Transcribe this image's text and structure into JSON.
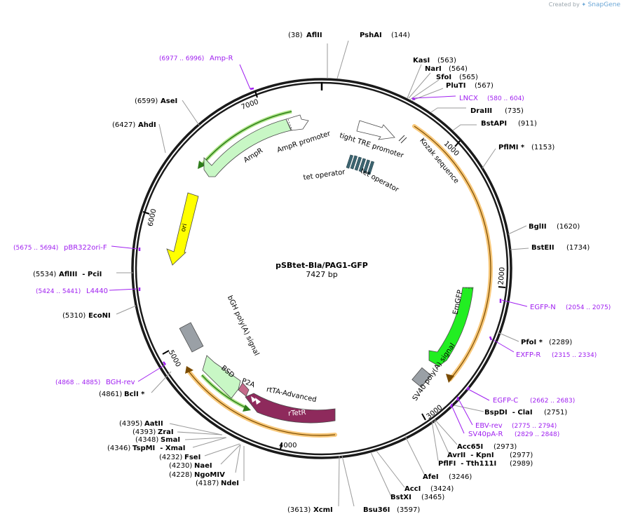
{
  "app": {
    "created_by": "Created by",
    "brand": "SnapGene",
    "logo_icon": "snapgene-logo-icon"
  },
  "plasmid": {
    "name": "pSBtet-Bla/PAG1-GFP",
    "length_label": "7427 bp",
    "length": 7427,
    "ruler_labels": [
      "1000",
      "2000",
      "3000",
      "4000",
      "5000",
      "6000",
      "7000"
    ]
  },
  "enzymes": [
    {
      "id": "afliii-38",
      "name": "AflII",
      "pos": "(38)"
    },
    {
      "id": "pshai",
      "name": "PshAI",
      "pos": "(144)"
    },
    {
      "id": "kasi",
      "name": "KasI",
      "pos": "(563)"
    },
    {
      "id": "nari",
      "name": "NarI",
      "pos": "(564)"
    },
    {
      "id": "sfoi",
      "name": "SfoI",
      "pos": "(565)"
    },
    {
      "id": "pluti",
      "name": "PluTI",
      "pos": "(567)"
    },
    {
      "id": "draiii",
      "name": "DraIII",
      "pos": "(735)"
    },
    {
      "id": "bstapi",
      "name": "BstAPI",
      "pos": "(911)"
    },
    {
      "id": "pflmi",
      "name": "PflMI *",
      "pos": "(1153)"
    },
    {
      "id": "bglii",
      "name": "BglII",
      "pos": "(1620)"
    },
    {
      "id": "bsteii",
      "name": "BstEII",
      "pos": "(1734)"
    },
    {
      "id": "pfoi",
      "name": "PfoI *",
      "pos": "(2289)"
    },
    {
      "id": "bspdi",
      "name": "BspDI  - ClaI",
      "pos": "(2751)"
    },
    {
      "id": "acc65i",
      "name": "Acc65I",
      "pos": "(2973)"
    },
    {
      "id": "avrii",
      "name": "AvrII  - KpnI",
      "pos": "(2977)"
    },
    {
      "id": "pflfi",
      "name": "PflFI  - Tth111I",
      "pos": "(2989)"
    },
    {
      "id": "afei",
      "name": "AfeI",
      "pos": "(3246)"
    },
    {
      "id": "acci",
      "name": "AccI",
      "pos": "(3424)"
    },
    {
      "id": "bstxi",
      "name": "BstXI",
      "pos": "(3465)"
    },
    {
      "id": "bsu36i",
      "name": "Bsu36I",
      "pos": "(3597)"
    },
    {
      "id": "xcmi",
      "name": "XcmI",
      "pos": "(3613)"
    },
    {
      "id": "ndei",
      "name": "NdeI",
      "pos": "(4187)"
    },
    {
      "id": "ngomiv",
      "name": "NgoMIV",
      "pos": "(4228)"
    },
    {
      "id": "naei",
      "name": "NaeI",
      "pos": "(4230)"
    },
    {
      "id": "fsei",
      "name": "FseI",
      "pos": "(4232)"
    },
    {
      "id": "tspmi",
      "name": "TspMI  - XmaI",
      "pos": "(4346)"
    },
    {
      "id": "smai",
      "name": "SmaI",
      "pos": "(4348)"
    },
    {
      "id": "zrai",
      "name": "ZraI",
      "pos": "(4393)"
    },
    {
      "id": "aatii",
      "name": "AatII",
      "pos": "(4395)"
    },
    {
      "id": "bcli",
      "name": "BclI *",
      "pos": "(4861)"
    },
    {
      "id": "econi",
      "name": "EcoNI",
      "pos": "(5310)"
    },
    {
      "id": "afliii-5534",
      "name": "AflIII  - PciI",
      "pos": "(5534)"
    },
    {
      "id": "ahdi",
      "name": "AhdI",
      "pos": "(6427)"
    },
    {
      "id": "asei",
      "name": "AseI",
      "pos": "(6599)"
    }
  ],
  "primers": [
    {
      "id": "amp-r",
      "name": "Amp-R",
      "range": "(6977 .. 6996)"
    },
    {
      "id": "lncx",
      "name": "LNCX",
      "range": "(580 .. 604)"
    },
    {
      "id": "egfp-n",
      "name": "EGFP-N",
      "range": "(2054 .. 2075)"
    },
    {
      "id": "exfp-r",
      "name": "EXFP-R",
      "range": "(2315 .. 2334)"
    },
    {
      "id": "egfp-c",
      "name": "EGFP-C",
      "range": "(2662 .. 2683)"
    },
    {
      "id": "ebv-rev",
      "name": "EBV-rev",
      "range": "(2775 .. 2794)"
    },
    {
      "id": "sv40pa-r",
      "name": "SV40pA-R",
      "range": "(2829 .. 2848)"
    },
    {
      "id": "bgh-rev",
      "name": "BGH-rev",
      "range": "(4868 .. 4885)"
    },
    {
      "id": "l4440",
      "name": "L4440",
      "range": "(5424 .. 5441)"
    },
    {
      "id": "pbr322ori-f",
      "name": "pBR322ori-F",
      "range": "(5675 .. 5694)"
    }
  ],
  "features": {
    "ampr_promoter": "AmpR promoter",
    "ampr": "AmpR",
    "ori": "ori",
    "tight_tre_promoter": "tight TRE promoter",
    "kozak": "Kozak sequence",
    "tet_operator_1": "tet operator",
    "tet_operator_2": "tet operator",
    "emgfp": "EmGFP",
    "sv40_polya": "SV40 poly(A) signal",
    "bgh_polya": "bGH poly(A) signal",
    "bsd": "BSD",
    "p2a": "P2A",
    "rtta": "rtTA-Advanced",
    "rtetr": "rTetR"
  },
  "colors": {
    "backbone": "#1a1a1a",
    "primer": "#a020f0",
    "orf_orange": "#f5b041",
    "ampr_fill": "#c8f7c5",
    "ampr_green": "#2e7d1b",
    "ori": "#ffff00",
    "emgfp": "#22ee22",
    "polya": "#9aa0a6",
    "rtetr": "#8e2a5c",
    "p2a": "#c46a8a",
    "tet_operator": "#3c6470"
  }
}
